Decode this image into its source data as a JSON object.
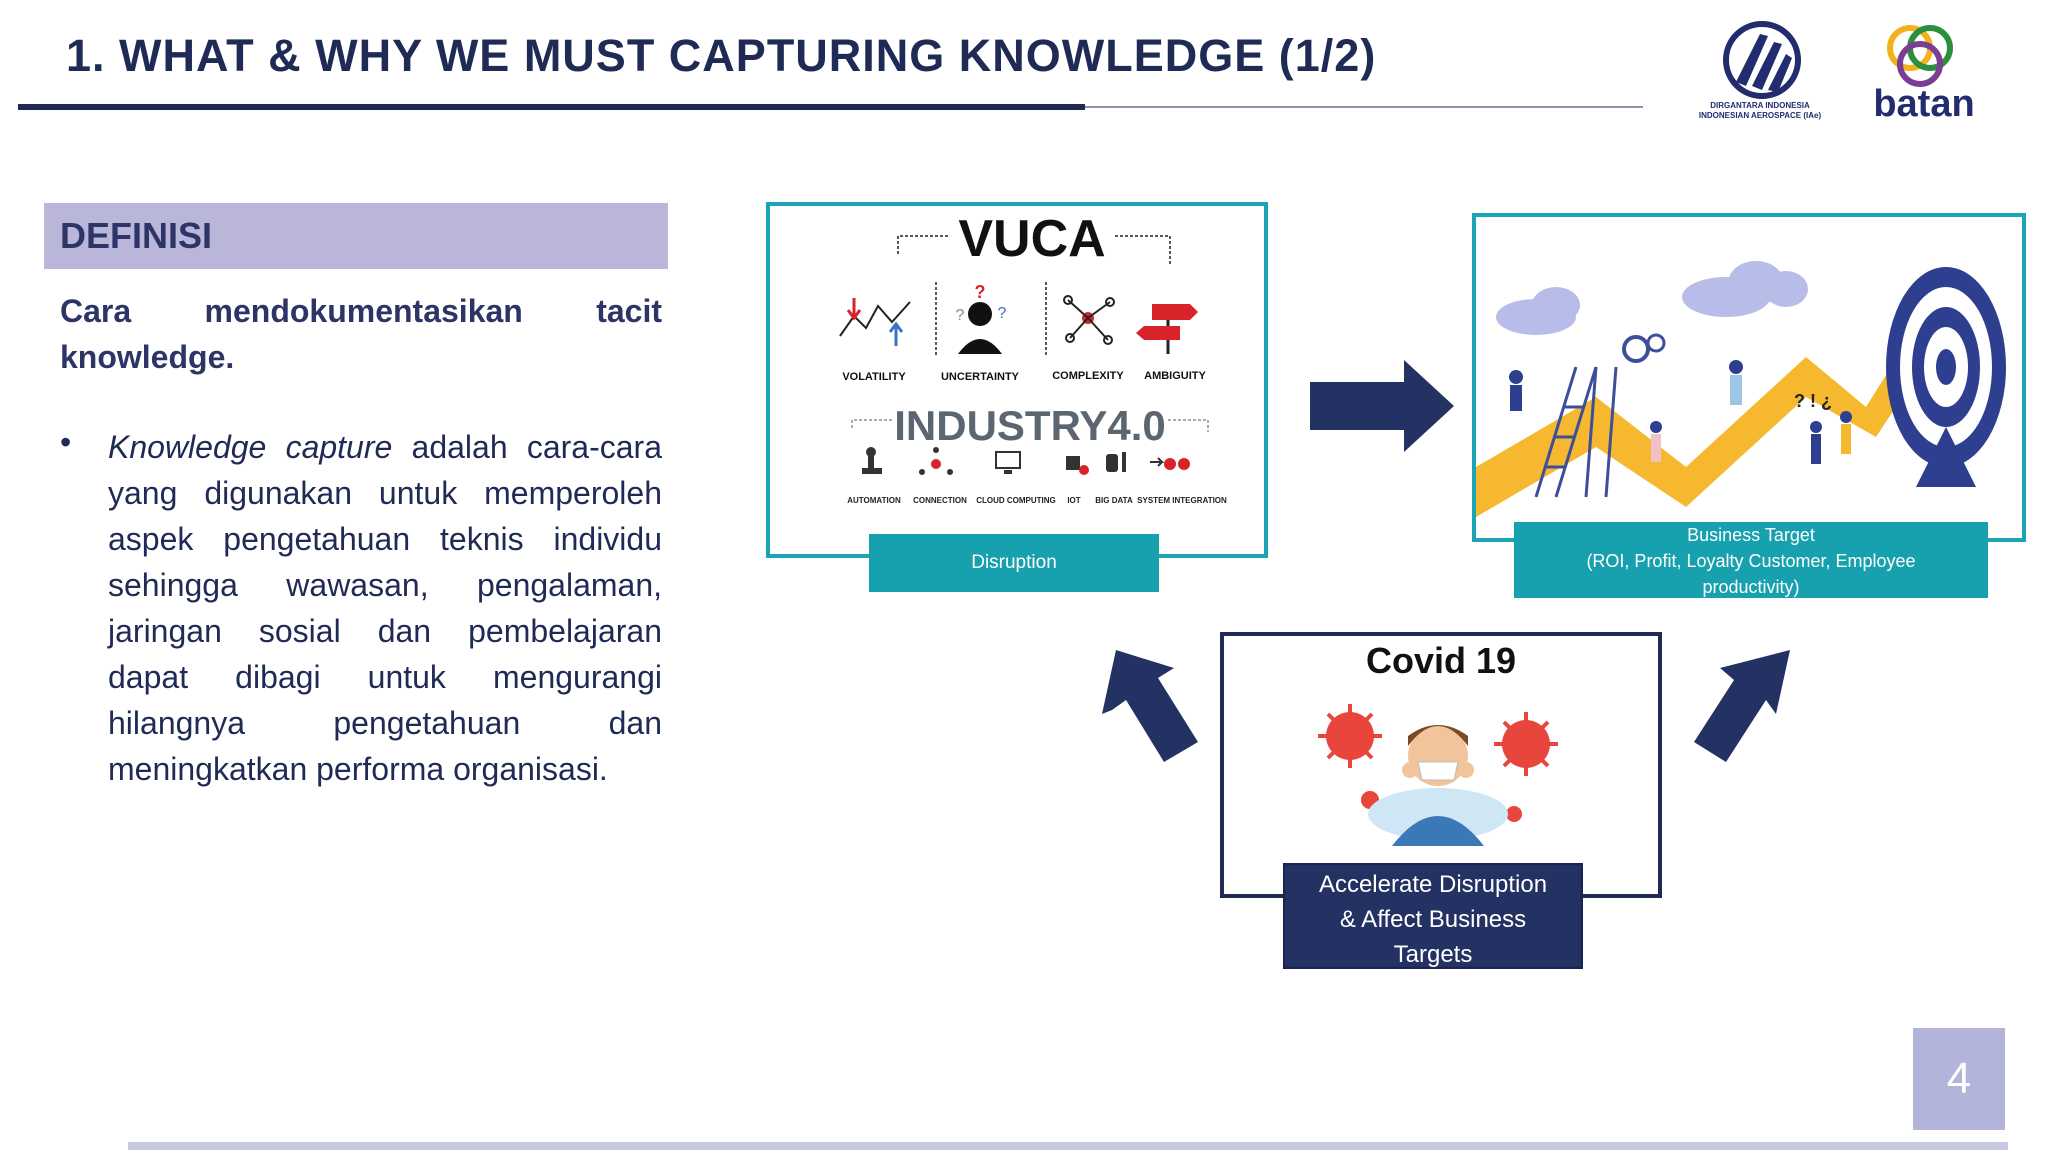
{
  "header": {
    "title": "1. WHAT & WHY WE MUST CAPTURING KNOWLEDGE (1/2)",
    "logos": {
      "iae_text_line1": "DIRGANTARA INDONESIA",
      "iae_text_line2": "INDONESIAN AEROSPACE (IAe)",
      "batan_text": "batan"
    }
  },
  "definition": {
    "heading": "DEFINISI",
    "intro": "Cara mendokumentasikan tacit knowledge.",
    "bullet_italic": "Knowledge capture",
    "bullet_rest": " adalah cara-cara yang digunakan untuk memperoleh aspek pengetahuan teknis individu sehingga wawasan, pengalaman, jaringan sosial dan pembelajaran dapat dibagi untuk mengurangi hilangnya pengetahuan dan meningkatkan performa organisasi."
  },
  "vuca": {
    "title": "VUCA",
    "items": [
      "VOLATILITY",
      "UNCERTAINTY",
      "COMPLEXITY",
      "AMBIGUITY"
    ],
    "industry_title": "INDUSTRY4.0",
    "industry_items": [
      "AUTOMATION",
      "CONNECTION",
      "CLOUD COMPUTING",
      "IOT",
      "BIG DATA",
      "SYSTEM INTEGRATION"
    ],
    "label": "Disruption"
  },
  "business": {
    "label_line1": "Business Target",
    "label_line2": "(ROI, Profit, Loyalty Customer, Employee",
    "label_line3": "productivity)"
  },
  "covid": {
    "title": "Covid 19",
    "label_line1": "Accelerate Disruption",
    "label_line2": "& Affect Business",
    "label_line3": "Targets"
  },
  "page": {
    "number": "4"
  },
  "colors": {
    "navy": "#1f2a55",
    "teal": "#17a0ad",
    "lavender": "#b9b6da",
    "yellow": "#f5b82e"
  }
}
